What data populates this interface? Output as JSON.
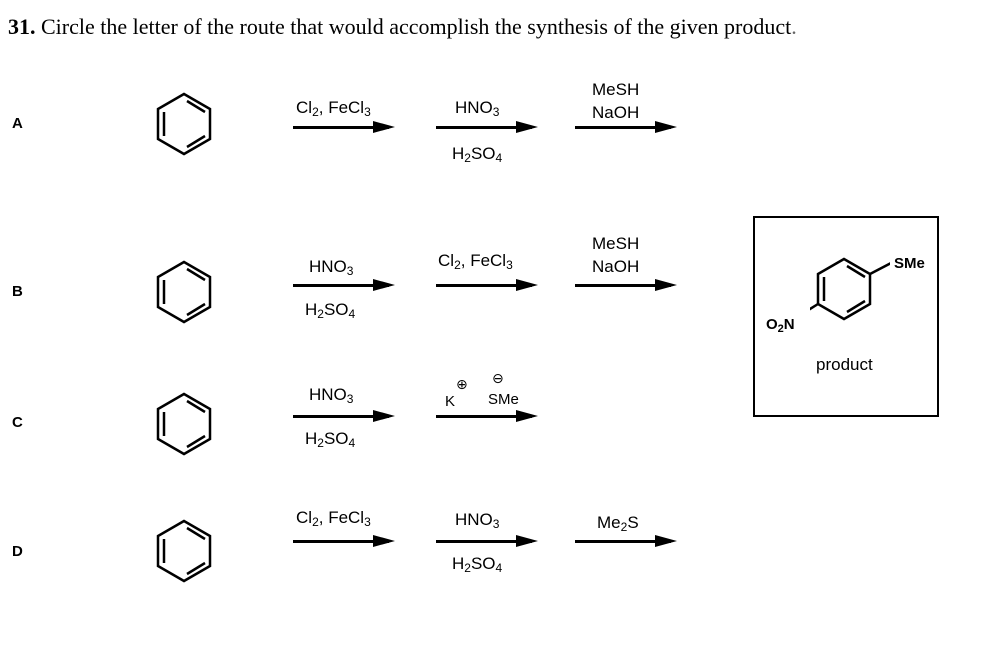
{
  "question": {
    "number": "31.",
    "text": " Circle the letter of the route that would accomplish the synthesis of the given product",
    "end": "."
  },
  "routes": [
    {
      "letter": "A",
      "start": "benzene",
      "steps": [
        {
          "above": [
            "Cl",
            "2",
            ", FeCl",
            "3"
          ],
          "below": null
        },
        {
          "above": [
            "HNO",
            "3"
          ],
          "below": [
            "H",
            "2",
            "SO",
            "4"
          ]
        },
        {
          "above_line1": "MeSH",
          "above_line2": "NaOH"
        }
      ]
    },
    {
      "letter": "B",
      "start": "benzene",
      "steps": [
        {
          "above": [
            "HNO",
            "3"
          ],
          "below": [
            "H",
            "2",
            "SO",
            "4"
          ]
        },
        {
          "above": [
            "Cl",
            "2",
            ", FeCl",
            "3"
          ],
          "below": null
        },
        {
          "above_line1": "MeSH",
          "above_line2": "NaOH"
        }
      ]
    },
    {
      "letter": "C",
      "start": "benzene",
      "steps": [
        {
          "above": [
            "HNO",
            "3"
          ],
          "below": [
            "H",
            "2",
            "SO",
            "4"
          ]
        },
        {
          "cation": "K",
          "anion": "SMe",
          "plus": "⊕",
          "minus": "⊖"
        }
      ]
    },
    {
      "letter": "D",
      "start": "benzene",
      "steps": [
        {
          "above": [
            "Cl",
            "2",
            ", FeCl",
            "3"
          ],
          "below": null
        },
        {
          "above": [
            "HNO",
            "3"
          ],
          "below": [
            "H",
            "2",
            "SO",
            "4"
          ]
        },
        {
          "above": [
            "Me",
            "2",
            "S"
          ]
        }
      ]
    }
  ],
  "product": {
    "label": "product",
    "substituent_top": "SMe",
    "substituent_left": [
      "O",
      "2",
      "N"
    ]
  }
}
